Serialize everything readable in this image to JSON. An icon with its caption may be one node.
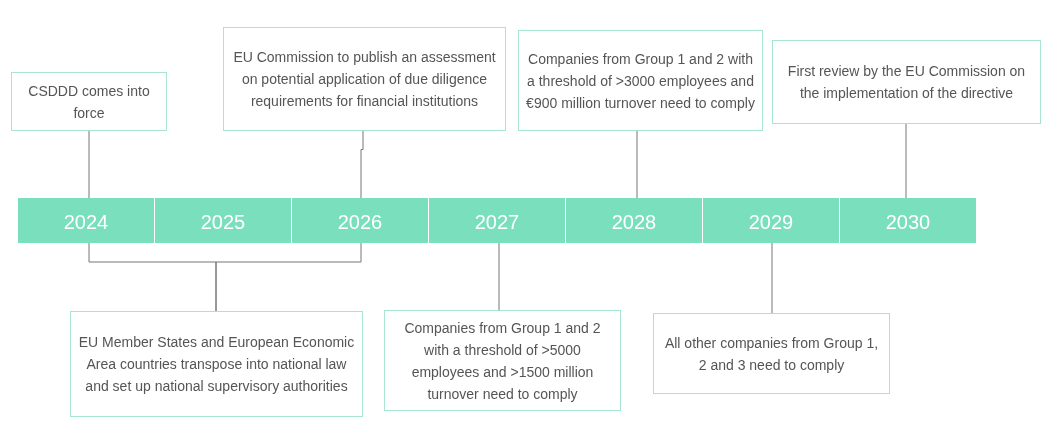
{
  "diagram": {
    "nodes": [
      {
        "text": [
          "2024"
        ]
      },
      {
        "text": [
          "2025"
        ]
      },
      {
        "text": [
          "2026"
        ]
      },
      {
        "text": [
          "2027"
        ]
      },
      {
        "text": [
          "2028"
        ]
      },
      {
        "text": [
          "2029"
        ]
      },
      {
        "text": [
          "2030"
        ]
      },
      {
        "text": [
          "CSDDD comes into force"
        ]
      },
      {
        "text": [
          "EU Commission to publish an assessment on potential application of due diligence requirements for financial institutions"
        ]
      },
      {
        "text": [
          "Companies from Group 1 and 2 with a threshold of >3000 employees and €900 million turnover need to comply"
        ]
      },
      {
        "text": [
          "First review by the EU Commission on the implementation of the directive"
        ]
      },
      {
        "text": [
          "EU Member States and European Economic Area countries transpose into national law and set up national supervisory authorities"
        ]
      },
      {
        "text": [
          "Companies from Group 1 and 2 with a threshold of >5000 employees and >1500 million turnover need to comply"
        ]
      },
      {
        "text": [
          "All other companies from Group 1, 2 and 3 need to comply"
        ]
      }
    ],
    "edges": [
      {
        "from": 7,
        "to": 0,
        "arrow": "none"
      },
      {
        "from": 8,
        "to": 2,
        "arrow": "none"
      },
      {
        "from": 9,
        "to": 4,
        "arrow": "none"
      },
      {
        "from": 10,
        "to": 6,
        "arrow": "none"
      },
      {
        "from": 0,
        "to": 11,
        "arrow": "none"
      },
      {
        "from": 2,
        "to": 11,
        "arrow": "none"
      },
      {
        "from": 3,
        "to": 12,
        "arrow": "none"
      },
      {
        "from": 5,
        "to": 13,
        "arrow": "none"
      }
    ]
  }
}
